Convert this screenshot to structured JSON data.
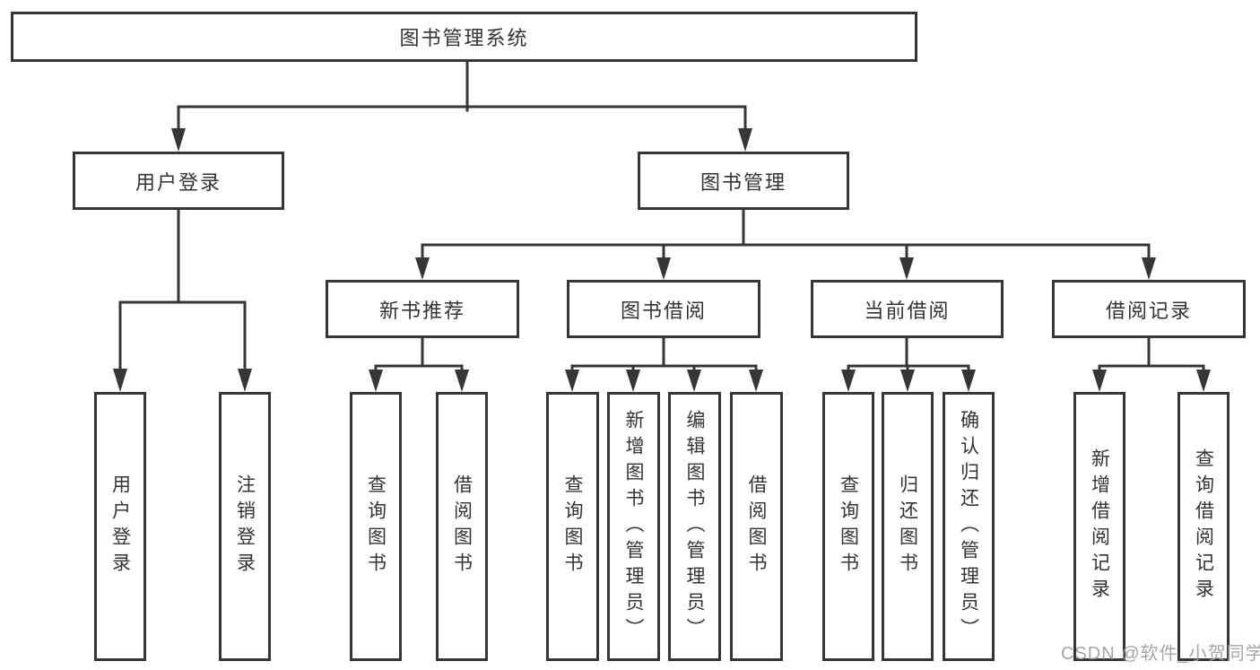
{
  "tree": {
    "root": {
      "label": "图书管理系统"
    },
    "branches": [
      {
        "label": "用户登录",
        "children": [
          {
            "label": "用户登录"
          },
          {
            "label": "注销登录"
          }
        ]
      },
      {
        "label": "图书管理",
        "children": [
          {
            "label": "新书推荐",
            "children": [
              {
                "label": "查询图书"
              },
              {
                "label": "借阅图书"
              }
            ]
          },
          {
            "label": "图书借阅",
            "children": [
              {
                "label": "查询图书"
              },
              {
                "label": "新增图书（管理员）"
              },
              {
                "label": "编辑图书（管理员）"
              },
              {
                "label": "借阅图书"
              }
            ]
          },
          {
            "label": "当前借阅",
            "children": [
              {
                "label": "查询图书"
              },
              {
                "label": "归还图书"
              },
              {
                "label": "确认归还（管理员）"
              }
            ]
          },
          {
            "label": "借阅记录",
            "children": [
              {
                "label": "新增借阅记录"
              },
              {
                "label": "查询借阅记录"
              }
            ]
          }
        ]
      }
    ]
  },
  "watermark": {
    "text": "CSDN @软件_小贺同学"
  },
  "colors": {
    "line": "#363636",
    "text": "#333333",
    "watermark": "#9e9e9e",
    "background": "#ffffff"
  }
}
